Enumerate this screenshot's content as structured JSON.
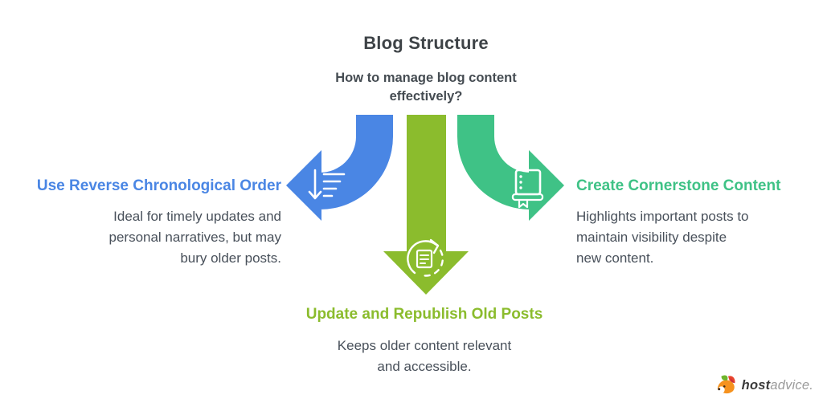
{
  "header": {
    "title": "Blog Structure",
    "subtitle_lines": [
      "How to manage blog content",
      "effectively?"
    ]
  },
  "sections": {
    "left": {
      "heading": "Use Reverse Chronological Order",
      "body_lines": [
        "Ideal for timely updates and",
        "personal narratives, but may",
        "bury older posts."
      ],
      "icon": "sort-descending-icon",
      "arrow_direction": "left"
    },
    "bottom": {
      "heading": "Update and Republish Old Posts",
      "body_lines": [
        "Keeps older content relevant",
        "and accessible."
      ],
      "icon": "refresh-article-icon",
      "arrow_direction": "down"
    },
    "right": {
      "heading": "Create Cornerstone Content",
      "body_lines": [
        "Highlights important posts to",
        "maintain visibility despite",
        "new content."
      ],
      "icon": "book-icon",
      "arrow_direction": "right"
    }
  },
  "colors": {
    "blue": "#4a86e4",
    "lime": "#8bbc2d",
    "teal": "#3fc286",
    "title_text": "#3e4347",
    "body_text": "#48505a",
    "logo_dark": "#3b3b3b",
    "logo_gray": "#9b9b9b"
  },
  "branding": {
    "name_bold": "host",
    "name_light": "advice."
  }
}
